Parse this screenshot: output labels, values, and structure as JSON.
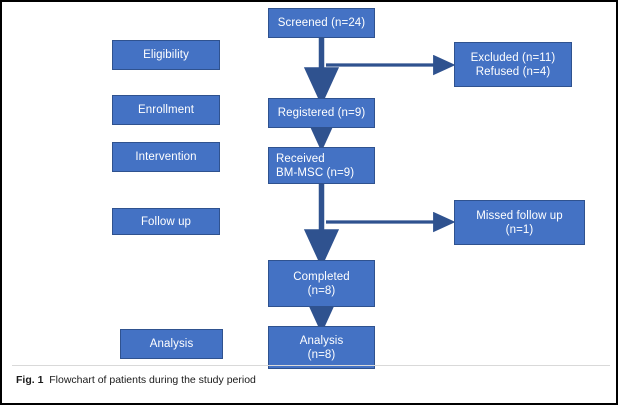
{
  "figure": {
    "caption_label": "Fig. 1",
    "caption_text": "Flowchart of patients during the study period",
    "accent_color": "#4472C4",
    "border_color": "#2F528F",
    "frame_color": "#000000"
  },
  "stage_labels": [
    {
      "label": "Eligibility"
    },
    {
      "label": "Enrollment"
    },
    {
      "label": "Intervention"
    },
    {
      "label": "Follow up"
    },
    {
      "label": "Analysis"
    }
  ],
  "flow_nodes": [
    {
      "line1": "Screened (n=24)",
      "line2": ""
    },
    {
      "line1": "Registered (n=9)",
      "line2": ""
    },
    {
      "line1": "Received",
      "line2": "BM-MSC (n=9)"
    },
    {
      "line1": "Completed",
      "line2": "(n=8)"
    },
    {
      "line1": "Analysis",
      "line2": "(n=8)"
    }
  ],
  "exclusion_nodes": [
    {
      "line1": "Excluded (n=11)",
      "line2": "Refused (n=4)"
    },
    {
      "line1": "Missed follow up",
      "line2": "(n=1)"
    }
  ]
}
